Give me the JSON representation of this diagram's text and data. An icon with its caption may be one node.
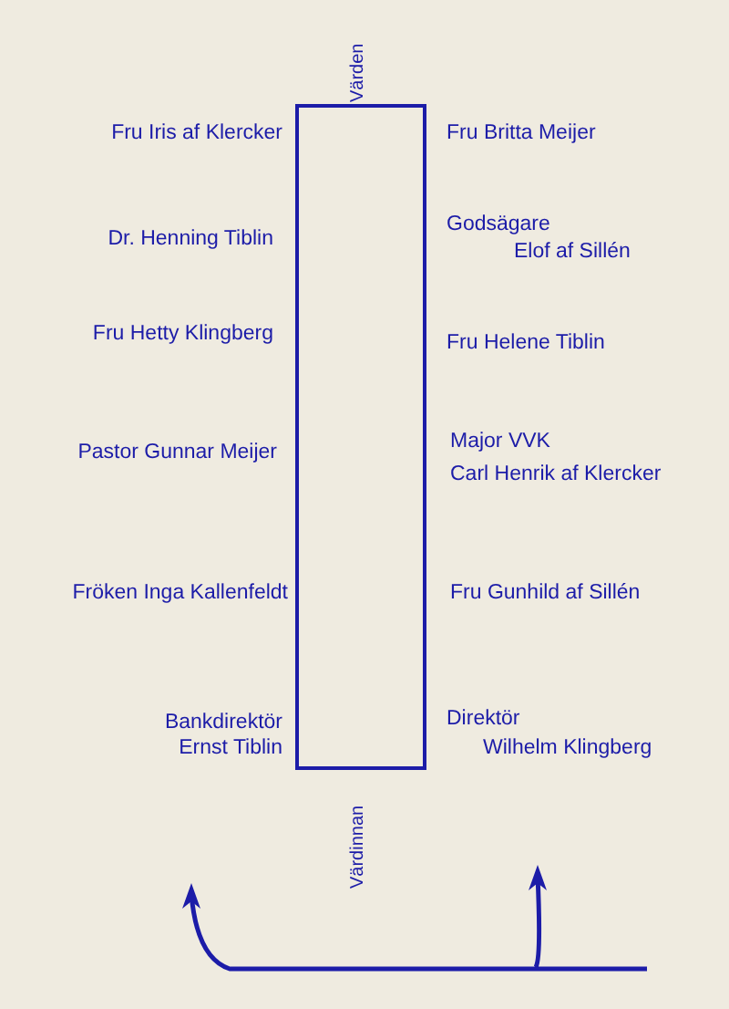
{
  "diagram": {
    "nodes": [
      {
        "text": [],
        "shape": "box"
      }
    ],
    "labels": [
      "Värden",
      "Fru Iris af Klercker",
      "Fru Britta Meijer",
      "Dr. Henning Tiblin",
      "Godsägare",
      "Elof af Sillén",
      "Fru Hetty Klingberg",
      "Fru Helene Tiblin",
      "Major VVK",
      "Pastor Gunnar Meijer",
      "Carl Henrik af Klercker",
      "Fröken Inga Kallenfeldt",
      "Fru Gunhild af Sillén",
      "Bankdirektör",
      "Direktör",
      "Ernst Tiblin",
      "Wilhelm Klingberg",
      "Värdinnan"
    ]
  }
}
